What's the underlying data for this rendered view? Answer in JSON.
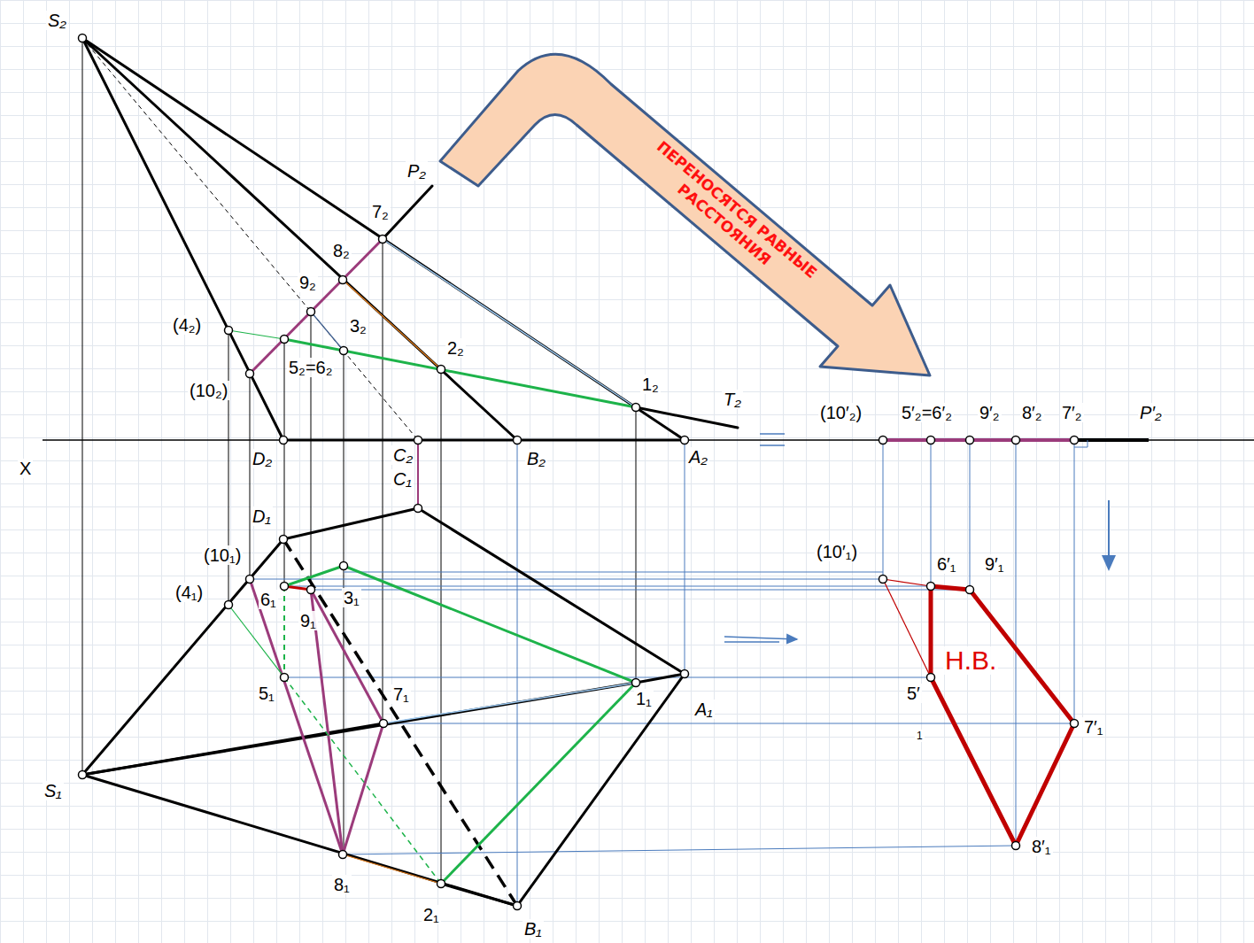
{
  "diagram": {
    "nodes": [
      {
        "text": [
          "ПЕРЕНОСЯТСЯ РАВНЫЕ РАССТОЯНИЯ"
        ]
      }
    ],
    "labels": [
      "S₂",
      "P₂",
      "7₂",
      "8₂",
      "9₂",
      "(4₂)",
      "3₂",
      "5₂=6₂",
      "2₂",
      "(10₂)",
      "1₂",
      "T₂",
      "X",
      "D₂",
      "C₂",
      "C₁",
      "B₂",
      "A₂",
      "D₁",
      "(10₁)",
      "(4₁)",
      "6₁",
      "9₁",
      "3₁",
      "5₁",
      "7₁",
      "1₁",
      "A₁",
      "S₁",
      "8₁",
      "2₁",
      "B₁",
      "(10′₂)",
      "5′₂=6′₂",
      "9′₂",
      "8′₂",
      "7′₂",
      "P′₂",
      "(10′₁)",
      "6′₁",
      "9′₁",
      "Н.В.",
      "5′",
      "1",
      "7′₁",
      "8′₁"
    ]
  }
}
